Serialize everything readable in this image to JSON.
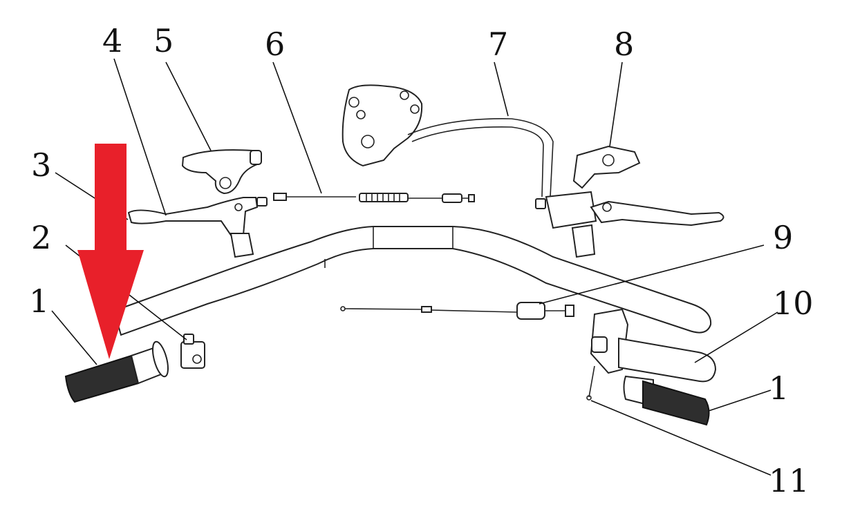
{
  "callouts": [
    {
      "id": "callout-1-left",
      "text": "1"
    },
    {
      "id": "callout-2",
      "text": "2"
    },
    {
      "id": "callout-3",
      "text": "3"
    },
    {
      "id": "callout-4",
      "text": "4"
    },
    {
      "id": "callout-5",
      "text": "5"
    },
    {
      "id": "callout-6",
      "text": "6"
    },
    {
      "id": "callout-7",
      "text": "7"
    },
    {
      "id": "callout-8",
      "text": "8"
    },
    {
      "id": "callout-9",
      "text": "9"
    },
    {
      "id": "callout-10",
      "text": "10"
    },
    {
      "id": "callout-1-right",
      "text": "1"
    },
    {
      "id": "callout-11",
      "text": "11"
    }
  ],
  "colors": {
    "line": "#222222",
    "highlight_arrow": "#e8202a",
    "grip": "#2e2e2e",
    "background": "#ffffff"
  }
}
